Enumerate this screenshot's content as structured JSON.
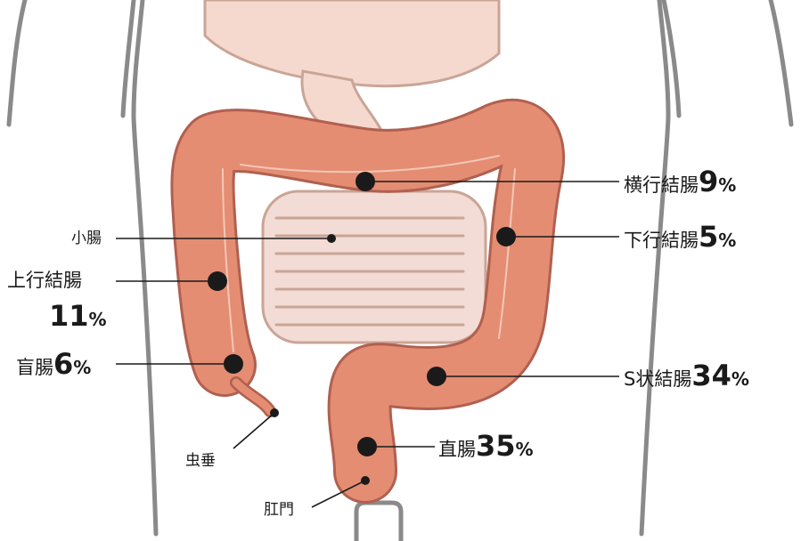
{
  "labels": {
    "transverse": {
      "name": "横行結腸",
      "pct": "9",
      "unit": "%"
    },
    "descending": {
      "name": "下行結腸",
      "pct": "5",
      "unit": "%"
    },
    "small_intestine": {
      "name": "小腸"
    },
    "ascending": {
      "name": "上行結腸",
      "pct": "11",
      "unit": "%"
    },
    "cecum": {
      "name": "盲腸",
      "pct": "6",
      "unit": "%"
    },
    "sigmoid": {
      "name": "S状結腸",
      "pct": "34",
      "unit": "%"
    },
    "appendix": {
      "name": "虫垂"
    },
    "rectum": {
      "name": "直腸",
      "pct": "35",
      "unit": "%"
    },
    "anus": {
      "name": "肛門"
    }
  },
  "colors": {
    "colon": "#e48d72",
    "colon_outline": "#b06050",
    "body_outline": "#8a8a8a",
    "organ_fill": "#f6d9ce",
    "small_intestine_fill": "#f3dcd5",
    "leader": "#1a1a1a"
  }
}
